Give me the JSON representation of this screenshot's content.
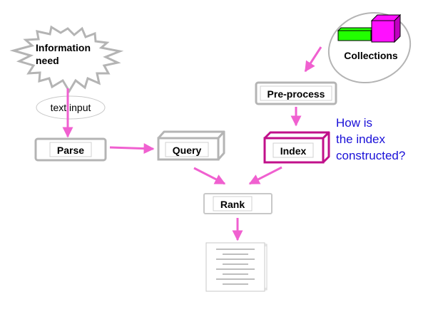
{
  "nodes": {
    "information_need": "Information\nneed",
    "text_input": "text input",
    "parse": "Parse",
    "query": "Query",
    "collections": "Collections",
    "preprocess": "Pre-process",
    "index": "Index",
    "rank": "Rank"
  },
  "annotation": {
    "lines": [
      "How is",
      "the index",
      "constructed?"
    ]
  },
  "colors": {
    "arrow": "#f060d0",
    "box_border": "#b4b4b4",
    "index_border": "#c0108a",
    "annotation": "#1a10d8",
    "block_green": "#22ff00",
    "block_magenta": "#ff10ff"
  },
  "icons": {
    "information_need": "starburst-shape",
    "collections": "stacked-blocks-icon",
    "results": "document-stack-icon"
  }
}
